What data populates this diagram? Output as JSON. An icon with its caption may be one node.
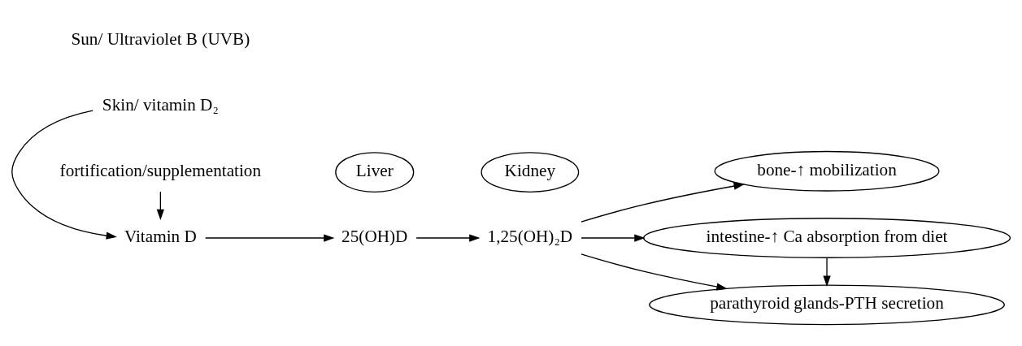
{
  "diagram": {
    "nodes": [
      {
        "text": [
          "Skin/ vitamin D₂"
        ]
      },
      {
        "text": [
          "Liver"
        ]
      },
      {
        "text": [
          "Kidney"
        ]
      },
      {
        "text": [
          "Vitamin D"
        ]
      },
      {
        "text": [
          "25(OH)D"
        ]
      },
      {
        "text": [
          "1,25(OH)₂D"
        ]
      },
      {
        "text": [
          "bone-↑ mobilization"
        ]
      },
      {
        "text": [
          "intestine-↑ Ca absorption from diet"
        ]
      },
      {
        "text": [
          "fortification/supplementation"
        ]
      },
      {
        "text": [
          "parathyroid glands-PTH secretion"
        ]
      }
    ],
    "edges": [
      {
        "from": 0,
        "to": 3,
        "arrow": "to"
      },
      {
        "from": 8,
        "to": 3,
        "arrow": "to"
      },
      {
        "from": 3,
        "to": 4,
        "arrow": "to"
      },
      {
        "from": 4,
        "to": 5,
        "arrow": "to"
      },
      {
        "from": 5,
        "to": 6,
        "arrow": "to"
      },
      {
        "from": 5,
        "to": 7,
        "arrow": "to"
      },
      {
        "from": 5,
        "to": 9,
        "arrow": "to"
      },
      {
        "from": 7,
        "to": 9,
        "arrow": "to"
      }
    ],
    "labels": [
      "Sun/ Ultraviolet B (UVB)"
    ]
  }
}
